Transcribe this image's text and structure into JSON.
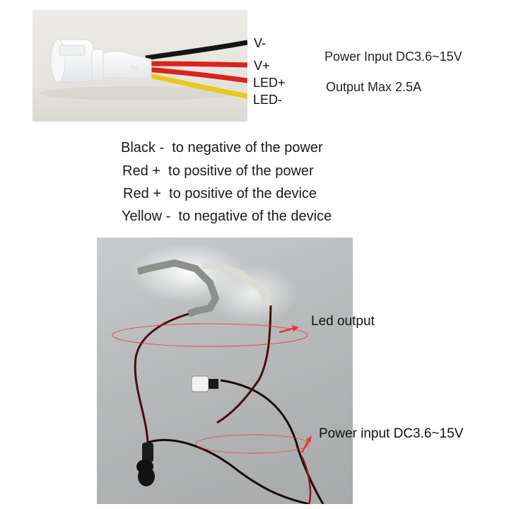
{
  "top_photo": {
    "subject": "white sensor switch with four wires",
    "wire_colors": [
      "#1a1a1a",
      "#d8241c",
      "#d8241c",
      "#e8c81c"
    ]
  },
  "wire_labels": [
    "V-",
    "V+",
    "LED+",
    "LED-"
  ],
  "specs": {
    "power_input": "Power Input DC3.6~15V",
    "output_max": "Output Max 2.5A"
  },
  "instructions": [
    "Black -  to negative of the power",
    "Red +  to positive of the power",
    "Red +  to positive of the device",
    "Yellow -  to negative of the device"
  ],
  "demo_photo": {
    "callouts": {
      "led_output": "Led output",
      "power_input": "Power input DC3.6~15V"
    },
    "accent_color": "#e8352a"
  }
}
